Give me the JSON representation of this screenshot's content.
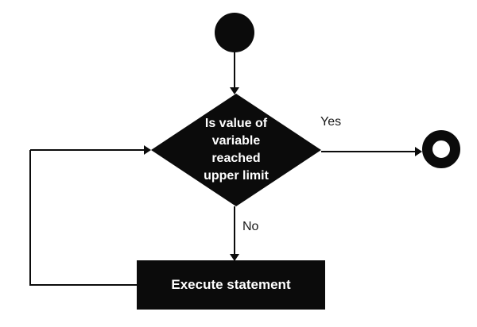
{
  "diagram": {
    "type": "flowchart",
    "colors": {
      "ink": "#0b0b0b",
      "background": "#ffffff",
      "node_text": "#ffffff",
      "label_text": "#1a1a1a"
    },
    "nodes": {
      "start": {
        "type": "initial-node"
      },
      "decision": {
        "type": "decision",
        "lines": [
          "Is value of",
          "variable",
          "reached",
          "upper limit"
        ]
      },
      "process": {
        "type": "process",
        "label": "Execute statement"
      },
      "end": {
        "type": "final-node"
      }
    },
    "edges": {
      "start_to_decision": {
        "label": ""
      },
      "decision_to_end": {
        "label": "Yes"
      },
      "decision_to_process": {
        "label": "No"
      },
      "process_to_decision_loop": {
        "label": ""
      }
    }
  }
}
